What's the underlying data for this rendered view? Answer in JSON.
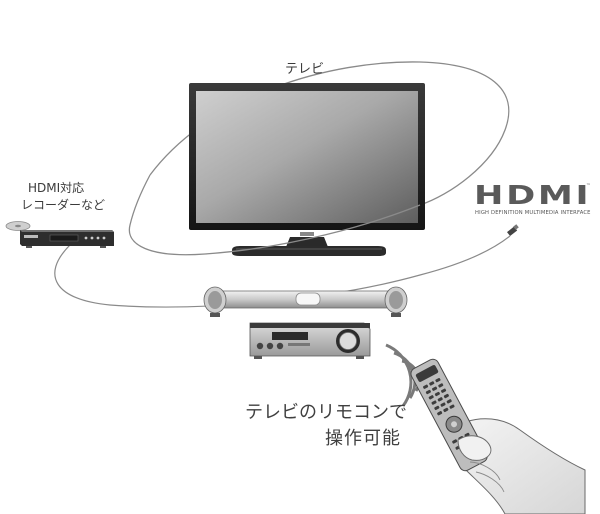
{
  "labels": {
    "tv": "テレビ",
    "recorder_line1": "HDMI対応",
    "recorder_line2": "レコーダーなど",
    "remote_line1": "テレビのリモコンで",
    "remote_line2": "操作可能"
  },
  "hdmi_logo": {
    "word": "HDMI",
    "trademark": "™",
    "tagline": "HIGH DEFINITION MULTIMEDIA INTERFACE"
  }
}
